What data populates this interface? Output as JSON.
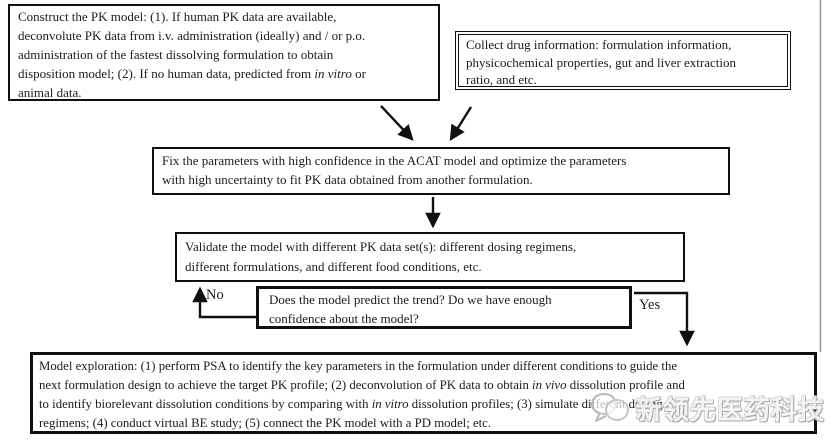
{
  "flowchart": {
    "construct_box": {
      "lines": [
        "Construct the PK model: (1). If human PK data are available,",
        "deconvolute PK data from i.v. administration (ideally) and / or p.o.",
        "administration of the fastest dissolving formulation to obtain",
        [
          {
            "t": "disposition model; (2). If no human data, predicted from "
          },
          {
            "t": "in vitro",
            "i": true
          },
          {
            "t": " or"
          }
        ],
        "animal data."
      ]
    },
    "collect_box": {
      "lines": [
        "Collect drug information: formulation information,",
        "physicochemical properties, gut and liver extraction",
        "ratio, and etc."
      ]
    },
    "fix_box": {
      "lines": [
        "Fix the parameters with high confidence in the ACAT model and optimize the parameters",
        "with high uncertainty to fit PK data obtained from another formulation."
      ]
    },
    "validate_box": {
      "lines": [
        "Validate the model with different PK data set(s): different dosing regimens,",
        "different formulations, and different food conditions, etc."
      ]
    },
    "decision_box": {
      "lines": [
        "Does the model predict the trend?  Do we have enough",
        "confidence about the model?"
      ]
    },
    "explore_box": {
      "lines": [
        "Model exploration: (1) perform PSA to identify the key parameters in the formulation under different conditions to guide the",
        [
          {
            "t": "next formulation design to achieve the target PK profile; (2) deconvolution of PK data to obtain "
          },
          {
            "t": "in vivo",
            "i": true
          },
          {
            "t": " dissolution profile and"
          }
        ],
        [
          {
            "t": "to identify biorelevant dissolution conditions by comparing with "
          },
          {
            "t": "in vitro",
            "i": true
          },
          {
            "t": " dissolution profiles; (3) simulate different dosing"
          }
        ],
        "regimens; (4) conduct virtual BE study; (5) connect the PK model with a PD model; etc."
      ]
    },
    "no_label": "No",
    "yes_label": "Yes"
  },
  "watermark": {
    "text": "新领先医药科技"
  },
  "colors": {
    "ink": "#101010",
    "rule_gray": "#8f8f8f",
    "watermark_gray": "#bdbdbd"
  }
}
